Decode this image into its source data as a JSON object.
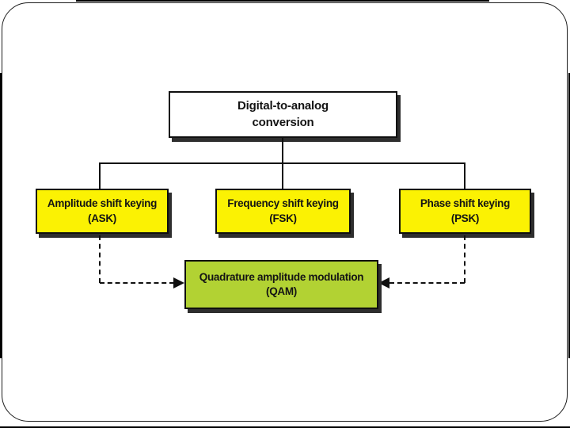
{
  "slide": {
    "background": "#FFFFFF"
  },
  "diagram": {
    "root": {
      "line1": "Digital-to-analog",
      "line2": "conversion"
    },
    "children": [
      {
        "line1": "Amplitude shift keying",
        "line2": "(ASK)"
      },
      {
        "line1": "Frequency shift keying",
        "line2": "(FSK)"
      },
      {
        "line1": "Phase shift keying",
        "line2": "(PSK)"
      }
    ],
    "merge": {
      "line1": "Quadrature amplitude modulation",
      "line2": "(QAM)"
    },
    "colors": {
      "root_fill": "#FFFFFF",
      "child_fill": "#FBF203",
      "merge_fill": "#B2D233",
      "line_color": "#101010",
      "shadow": "#2E2E2E"
    }
  }
}
